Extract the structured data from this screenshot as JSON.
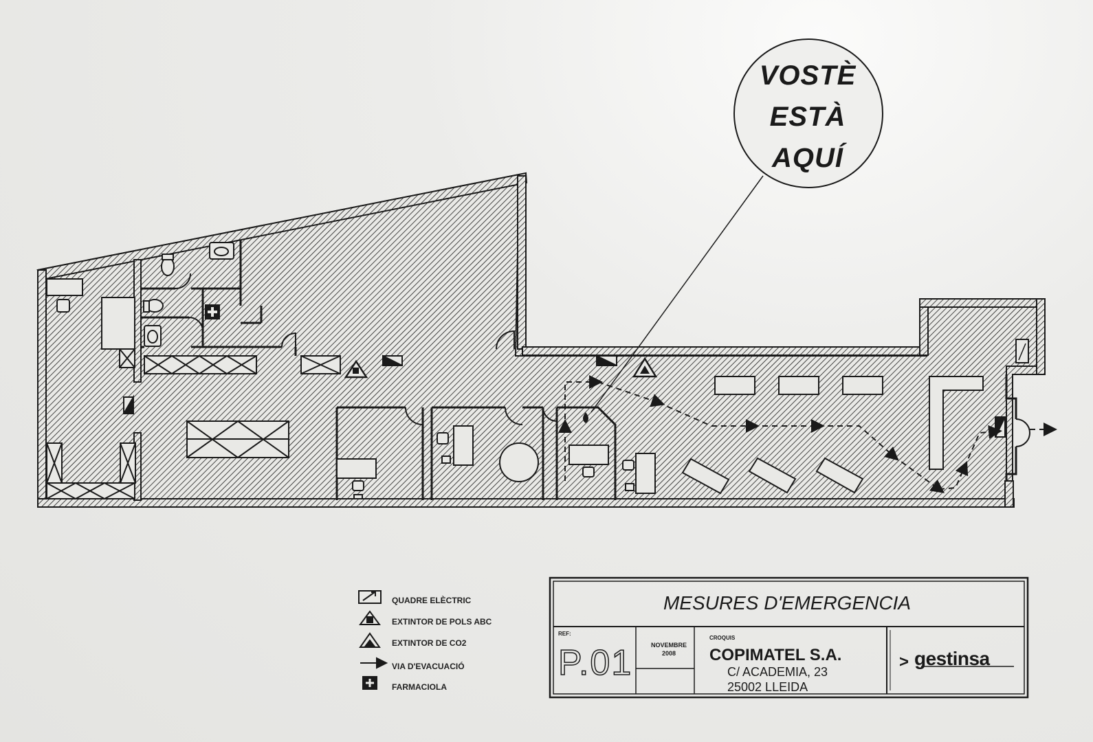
{
  "here_marker": {
    "line1": "VOSTÈ",
    "line2": "ESTÀ",
    "line3": "AQUÍ"
  },
  "legend": [
    {
      "icon": "electric-panel-icon",
      "label": "QUADRE ELÈCTRIC"
    },
    {
      "icon": "powder-extinguisher-icon",
      "label": "EXTINTOR DE POLS ABC"
    },
    {
      "icon": "co2-extinguisher-icon",
      "label": "EXTINTOR DE CO2"
    },
    {
      "icon": "evacuation-arrow-icon",
      "label": "VIA D'EVACUACIÓ"
    },
    {
      "icon": "first-aid-icon",
      "label": "FARMACIOLA"
    }
  ],
  "title_block": {
    "title": "MESURES D'EMERGENCIA",
    "ref_label": "REF:",
    "ref_code": "P.01",
    "date_month": "NOVEMBRE",
    "date_year": "2008",
    "croquis_label": "CROQUIS",
    "company": "COPIMATEL S.A.",
    "address_line1": "C/ ACADEMIA, 23",
    "address_line2": "25002 LLEIDA",
    "logo_mark": ">",
    "logo_text": "gestinsa"
  },
  "colors": {
    "ink": "#1a1a1a",
    "paper": "#e9e9e6"
  }
}
